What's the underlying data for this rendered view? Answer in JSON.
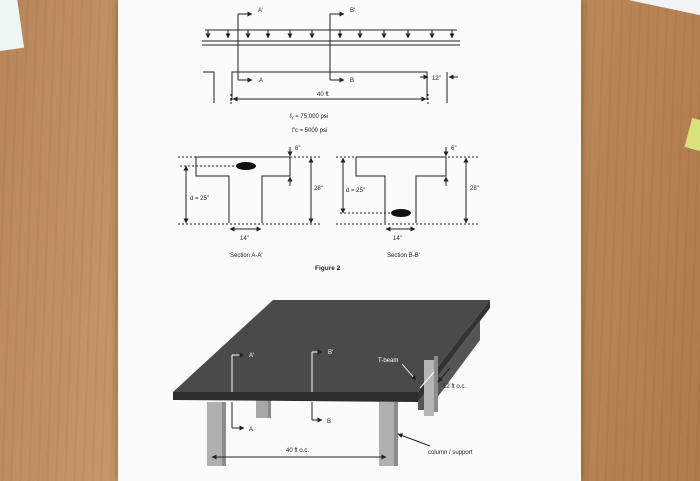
{
  "figure": {
    "elevation": {
      "section_label_A_top": "A'",
      "section_label_B_top": "B'",
      "section_label_A_bottom": "A",
      "section_label_B_bottom": "B",
      "span_label": "40 ft",
      "depth_label": "12\""
    },
    "properties": {
      "fy": "fᵧ = 75,000 psi",
      "fc": "f'c = 5000 psi"
    },
    "section_A": {
      "flange_label": "6\"",
      "total_label": "28\"",
      "d_label": "d = 25\"",
      "width_label": "14\"",
      "caption": "Section A-A'"
    },
    "section_B": {
      "flange_label": "6\"",
      "total_label": "28\"",
      "d_label": "d = 25\"",
      "width_label": "14\"",
      "caption": "Section B-B'"
    },
    "caption": "Figure 2",
    "isometric": {
      "label_A_top": "A'",
      "label_B_top": "B'",
      "label_A_bottom": "A",
      "label_B_bottom": "B",
      "tbeam_label": "T-beam",
      "spacing_label": "12 ft o.c.",
      "span_label": "40 ft o.c.",
      "column_label": "column / support"
    }
  }
}
